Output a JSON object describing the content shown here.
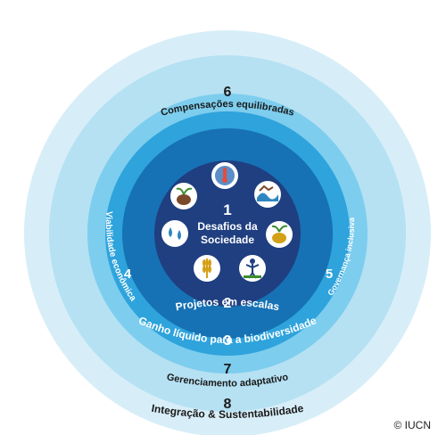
{
  "colors": {
    "ring8": "#d7eef8",
    "ring7": "#b5e1f3",
    "ring6": "#7dcdee",
    "ring45": "#2ea3dc",
    "ring23": "#1672b4",
    "core": "#1f3f80",
    "text_dark": "#1a1a1a",
    "text_light": "#ffffff"
  },
  "rings": {
    "r1": {
      "number": "1",
      "label_line1": "Desafios da",
      "label_line2": "Sociedade"
    },
    "r2": {
      "number": "2",
      "label": "Projetos em escalas"
    },
    "r3": {
      "number": "3",
      "label": "Ganho líquido para a biodiversidade"
    },
    "r4": {
      "number": "4",
      "label": "Viabilidade econômica"
    },
    "r5": {
      "number": "5",
      "label": "Governança inclusiva"
    },
    "r6": {
      "number": "6",
      "label": "Compensações equilibradas"
    },
    "r7": {
      "number": "7",
      "label": "Gerenciamento adaptativo"
    },
    "r8": {
      "number": "8",
      "label": "Integração & Sustentabilidade"
    }
  },
  "icons": [
    {
      "name": "climate-thermometer-icon"
    },
    {
      "name": "water-disaster-icon"
    },
    {
      "name": "food-security-icon"
    },
    {
      "name": "human-health-icon"
    },
    {
      "name": "agriculture-wheat-icon"
    },
    {
      "name": "water-drops-icon"
    },
    {
      "name": "economic-development-icon"
    }
  ],
  "credit": "© IUCN"
}
